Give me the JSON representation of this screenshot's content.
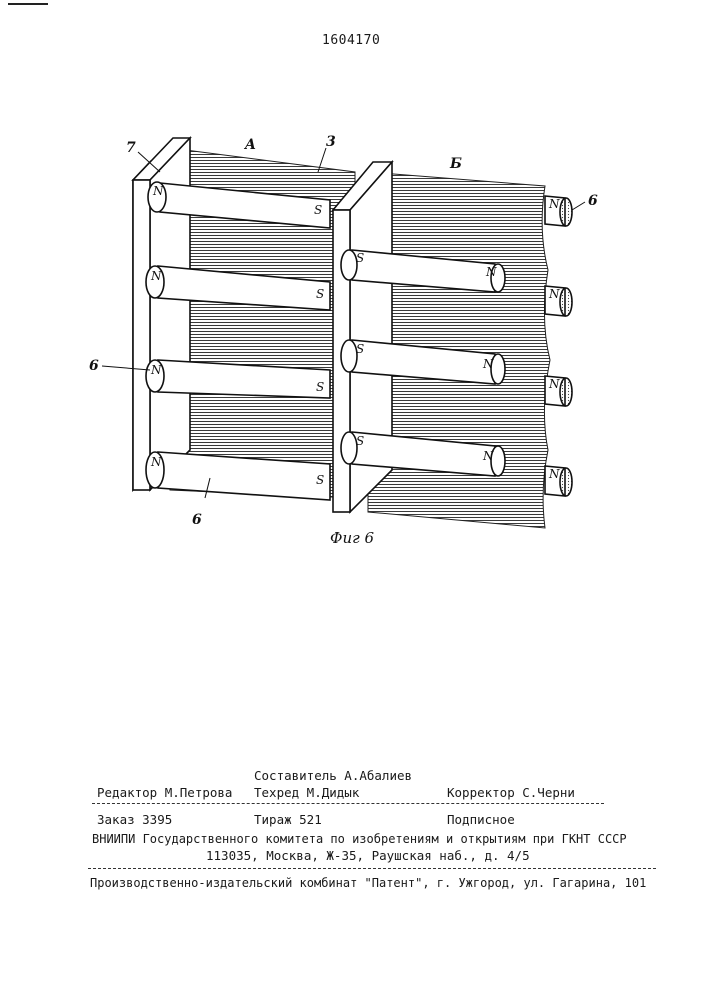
{
  "header": {
    "patent_number": "1604170"
  },
  "figure": {
    "caption": "Фиг 6",
    "labels": {
      "ref7": "7",
      "refA": "A",
      "ref3": "3",
      "refB": "Б",
      "ref6a": "6",
      "ref6b": "6",
      "ref6c": "6"
    },
    "pole_n": "N",
    "pole_s": "S"
  },
  "colophon": {
    "compiler": "Составитель А.Абалиев",
    "editor": "Редактор М.Петрова",
    "techred": "Техред М.Дидык",
    "corrector": "Корректор С.Черни",
    "order": "Заказ 3395",
    "circulation": "Тираж 521",
    "subscription": "Подписное",
    "institute": "ВНИИПИ Государственного комитета по изобретениям и открытиям при ГКНТ СССР",
    "address": "113035, Москва, Ж-35, Раушская наб., д. 4/5",
    "publisher": "Производственно-издательский комбинат \"Патент\", г. Ужгород, ул. Гагарина, 101"
  }
}
